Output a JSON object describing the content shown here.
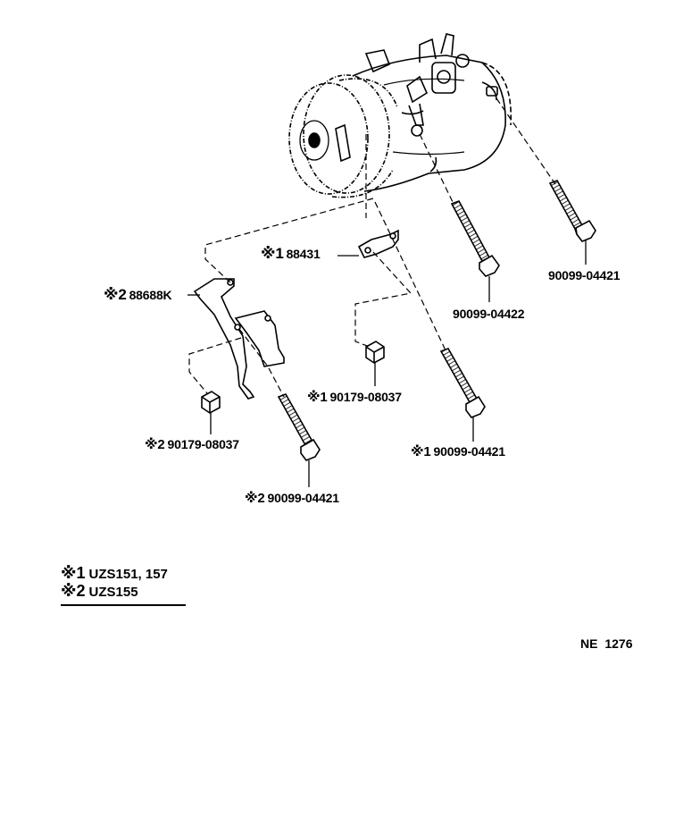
{
  "callouts": {
    "bolt_right_top": "90099-04421",
    "bolt_mid": "90099-04422",
    "bracket_1": {
      "marker": "※1",
      "part": "88431"
    },
    "bracket_2": {
      "marker": "※2",
      "part": "88688K"
    },
    "nut_1": {
      "marker": "※1",
      "part": "90179-08037"
    },
    "bolt_1": {
      "marker": "※1",
      "part": "90099-04421"
    },
    "nut_2": {
      "marker": "※2",
      "part": "90179-08037"
    },
    "bolt_2": {
      "marker": "※2",
      "part": "90099-04421"
    }
  },
  "legend": [
    {
      "marker": "※1",
      "models": "UZS151, 157"
    },
    {
      "marker": "※2",
      "models": "UZS155"
    }
  ],
  "figure_id": "NE 1276",
  "colors": {
    "ink": "#000000",
    "paper": "#ffffff"
  }
}
